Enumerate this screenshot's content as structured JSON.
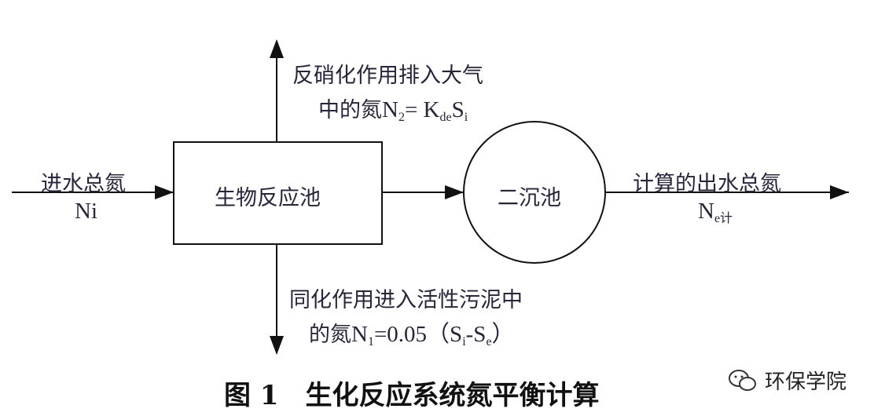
{
  "nodes": {
    "reactor": "生物反应池",
    "clarifier": "二沉池"
  },
  "inflow": {
    "label": "进水总氮",
    "symbol": "Ni"
  },
  "outflow": {
    "label": "计算的出水总氮",
    "symbol": "N",
    "sub": "e计"
  },
  "up": {
    "line1": "反硝化作用排入大气",
    "line2_prefix": "中的氮",
    "n": "N",
    "n_sub": "2",
    "eq": "= K",
    "k_sub": "de",
    "s": "S",
    "s_sub": "i"
  },
  "down": {
    "line1": "同化作用进入活性污泥中",
    "line2_prefix": "的氮",
    "n": "N",
    "n_sub": "1",
    "eq": "=0.05（S",
    "si_sub": "i",
    "dash": "-S",
    "se_sub": "e",
    "close": "）"
  },
  "caption": "图 1　生化反应系统氮平衡计算",
  "watermark": "环保学院"
}
